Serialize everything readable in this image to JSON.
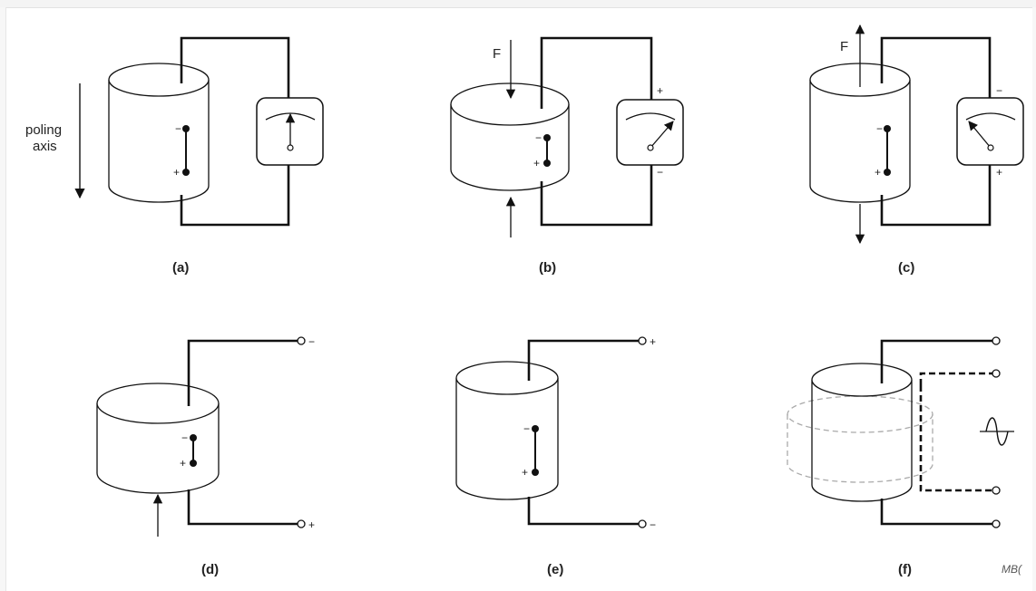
{
  "panels": {
    "a": {
      "caption": "(a)"
    },
    "b": {
      "caption": "(b)",
      "force": "F",
      "plus": "+",
      "minus": "−"
    },
    "c": {
      "caption": "(c)",
      "force": "F",
      "plus": "+",
      "minus": "−"
    },
    "d": {
      "caption": "(d)",
      "top_terminal": "−",
      "bottom_terminal": "+"
    },
    "e": {
      "caption": "(e)",
      "top_terminal": "+",
      "bottom_terminal": "−"
    },
    "f": {
      "caption": "(f)"
    }
  },
  "poling_axis": {
    "line1": "poling",
    "line2": "axis"
  },
  "dipole": {
    "minus": "−",
    "plus": "+"
  },
  "credit": "MB("
}
